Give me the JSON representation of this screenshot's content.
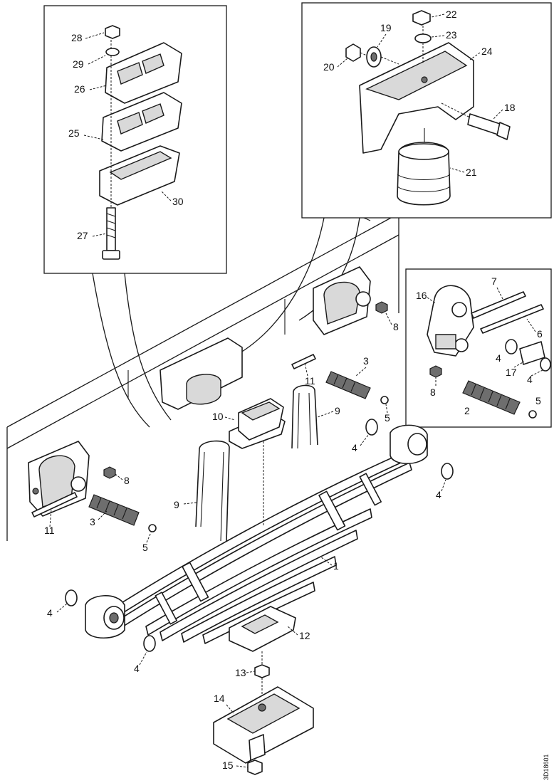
{
  "callouts": {
    "c1": "1",
    "c2": "2",
    "c3a": "3",
    "c3b": "3",
    "c4a": "4",
    "c4b": "4",
    "c4c": "4",
    "c4d": "4",
    "c4e": "4",
    "c4f": "4",
    "c5a": "5",
    "c5b": "5",
    "c5c": "5",
    "c6": "6",
    "c7": "7",
    "c8a": "8",
    "c8b": "8",
    "c8c": "8",
    "c9a": "9",
    "c9b": "9",
    "c10": "10",
    "c11a": "11",
    "c11b": "11",
    "c12": "12",
    "c13": "13",
    "c14": "14",
    "c15": "15",
    "c16": "16",
    "c17": "17",
    "c18": "18",
    "c19": "19",
    "c20": "20",
    "c21": "21",
    "c22": "22",
    "c23": "23",
    "c24": "24",
    "c25": "25",
    "c26": "26",
    "c27": "27",
    "c28": "28",
    "c29": "29",
    "c30": "30"
  },
  "drawing_code": "3D18601"
}
